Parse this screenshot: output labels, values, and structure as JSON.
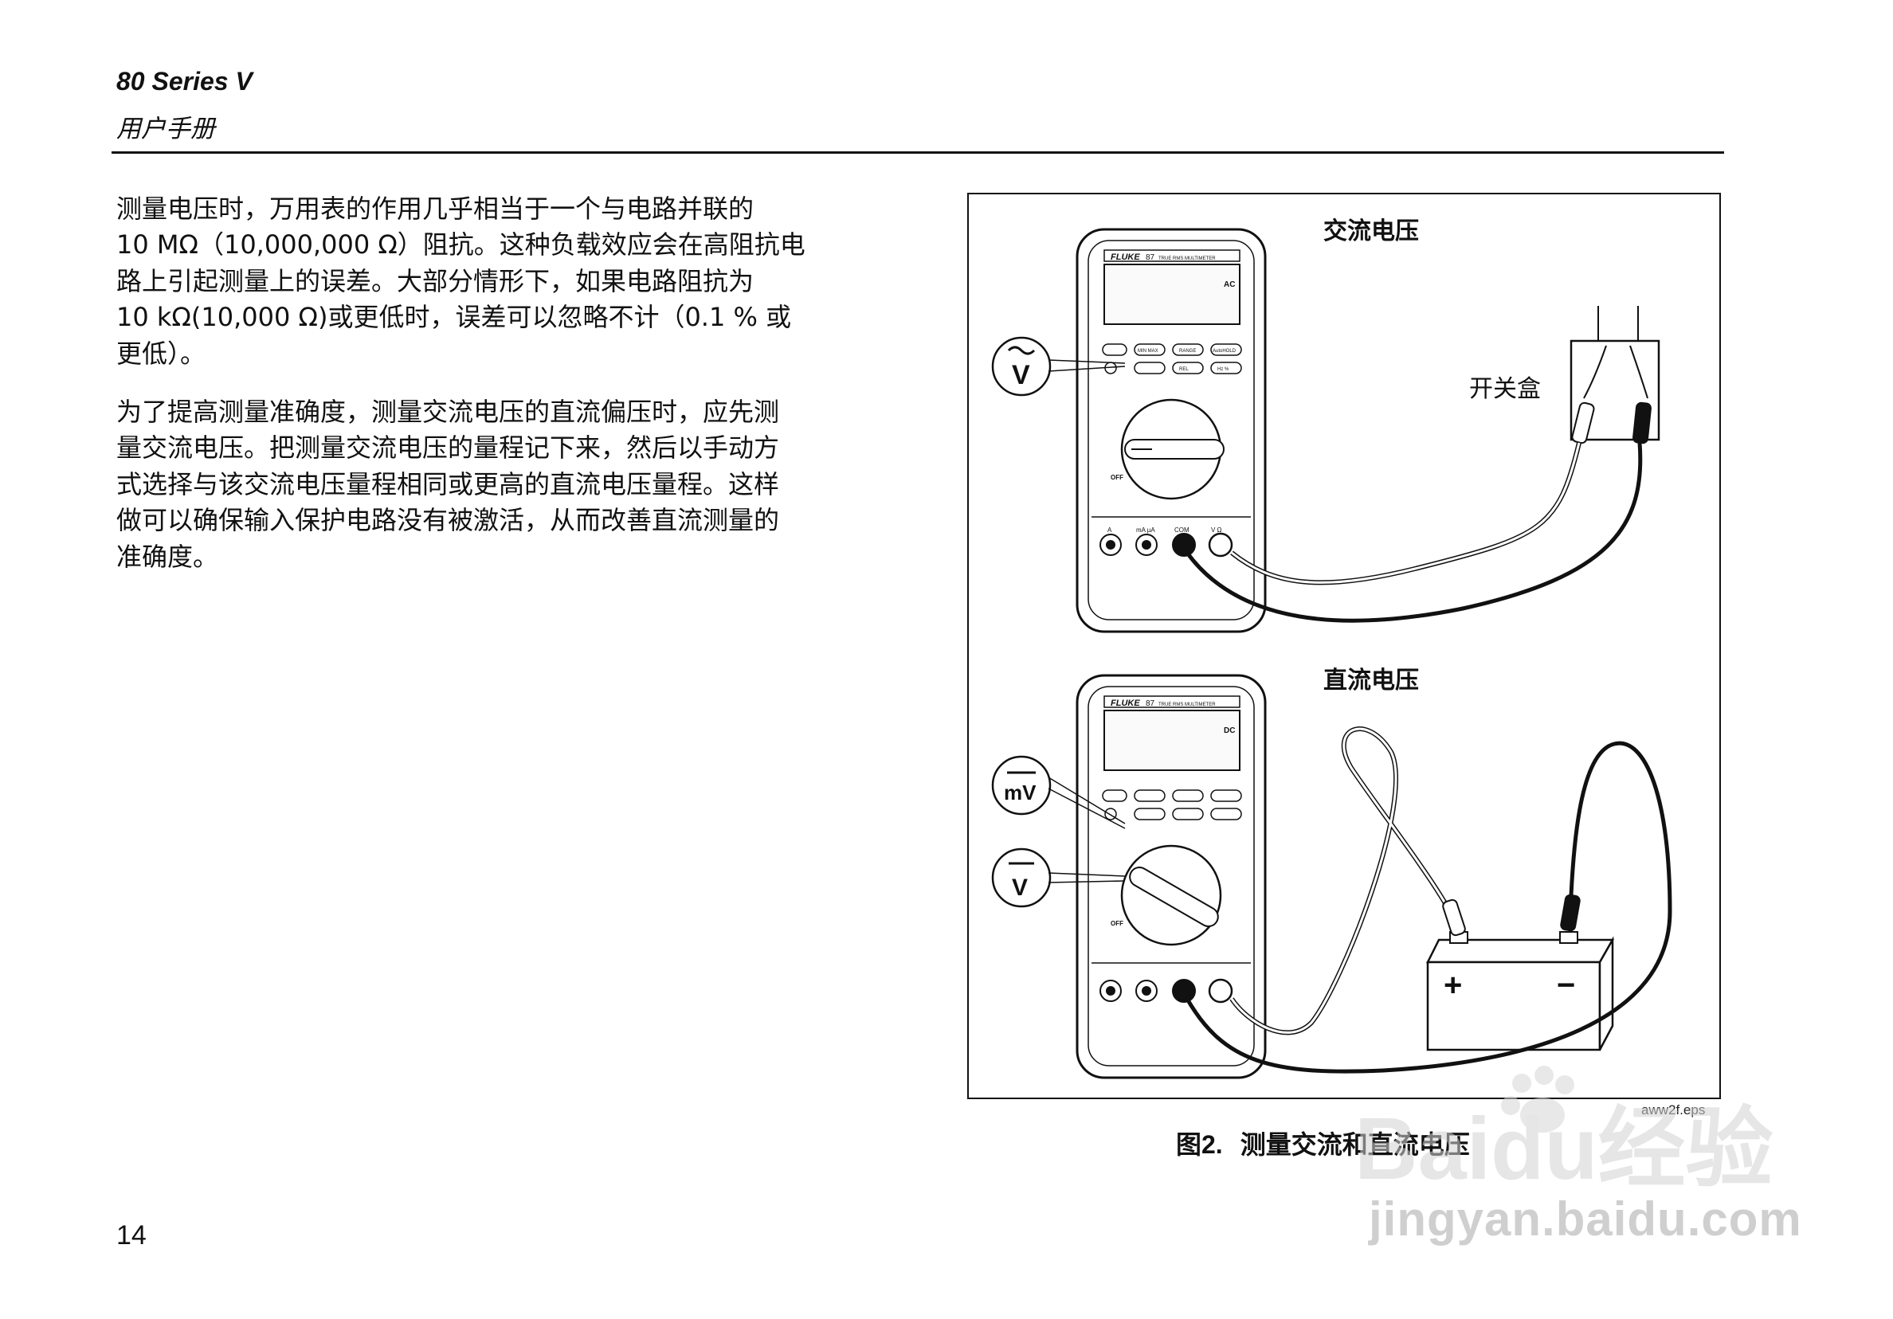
{
  "header": {
    "title": "80 Series V",
    "subtitle": "用户手册"
  },
  "body": {
    "paragraph1_lines": [
      "测量电压时，万用表的作用几乎相当于一个与电路并联的",
      "10 MΩ（10,000,000 Ω）阻抗。这种负载效应会在高阻抗电",
      "路上引起测量上的误差。大部分情形下，如果电路阻抗为",
      "10 kΩ(10,000  Ω)或更低时，误差可以忽略不计（0.1 % 或",
      "更低）。"
    ],
    "paragraph2_lines": [
      "为了提高测量准确度，测量交流电压的直流偏压时，应先测",
      "量交流电压。把测量交流电压的量程记下来，然后以手动方",
      "式选择与该交流电压量程相同或更高的直流电压量程。这样",
      "做可以确保输入保护电路没有被激活，从而改善直流测量的",
      "准确度。"
    ]
  },
  "figure": {
    "top_label": "交流电压",
    "bottom_label": "直流电压",
    "switch_box_label": "开关盒",
    "ac_symbol": "V",
    "mv_symbol": "mV",
    "dcv_symbol": "V",
    "meter_brand": "FLUKE",
    "meter_model": "87",
    "meter_subtitle": "TRUE RMS MULTIMETER",
    "display_ac": "AC",
    "display_dc": "DC",
    "buttons": [
      "MIN MAX",
      "RANGE",
      "AutoHOLD",
      "REL",
      "Hz %"
    ],
    "jacks": [
      "A",
      "mA µA",
      "COM",
      "V Ω"
    ],
    "off_label": "OFF",
    "plus": "+",
    "minus": "−",
    "file_name": "aww2f.eps"
  },
  "caption": {
    "number": "图2.",
    "text": "测量交流和直流电压"
  },
  "page_number": "14",
  "watermark": {
    "line1": "Baidu经验",
    "line2": "jingyan.baidu.com"
  },
  "colors": {
    "ink": "#111111",
    "watermark": "#cfcfcf"
  }
}
